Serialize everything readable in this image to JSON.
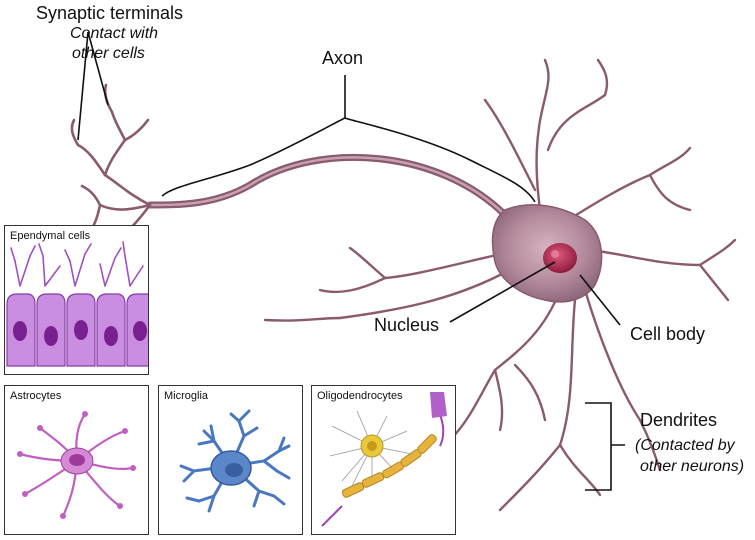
{
  "labels": {
    "synaptic_terminals": "Synaptic terminals",
    "contact_line1": "Contact with",
    "contact_line2": "other cells",
    "axon": "Axon",
    "nucleus": "Nucleus",
    "cell_body": "Cell body",
    "dendrites": "Dendrites",
    "contacted_line1": "(Contacted by",
    "contacted_line2": "other neurons)"
  },
  "panels": {
    "ependymal": "Ependymal cells",
    "astrocytes": "Astrocytes",
    "microglia": "Microglia",
    "oligodendrocytes": "Oligodendrocytes"
  },
  "colors": {
    "neuron": "#8a5a6e",
    "neuron_light": "#b88a9c",
    "nucleus": "#c0305a",
    "ependymal": "#b06ac8",
    "astrocyte": "#c05fc0",
    "microglia": "#4a78c0",
    "oligo_body": "#e8c93a",
    "myelin": "#d9a628"
  }
}
